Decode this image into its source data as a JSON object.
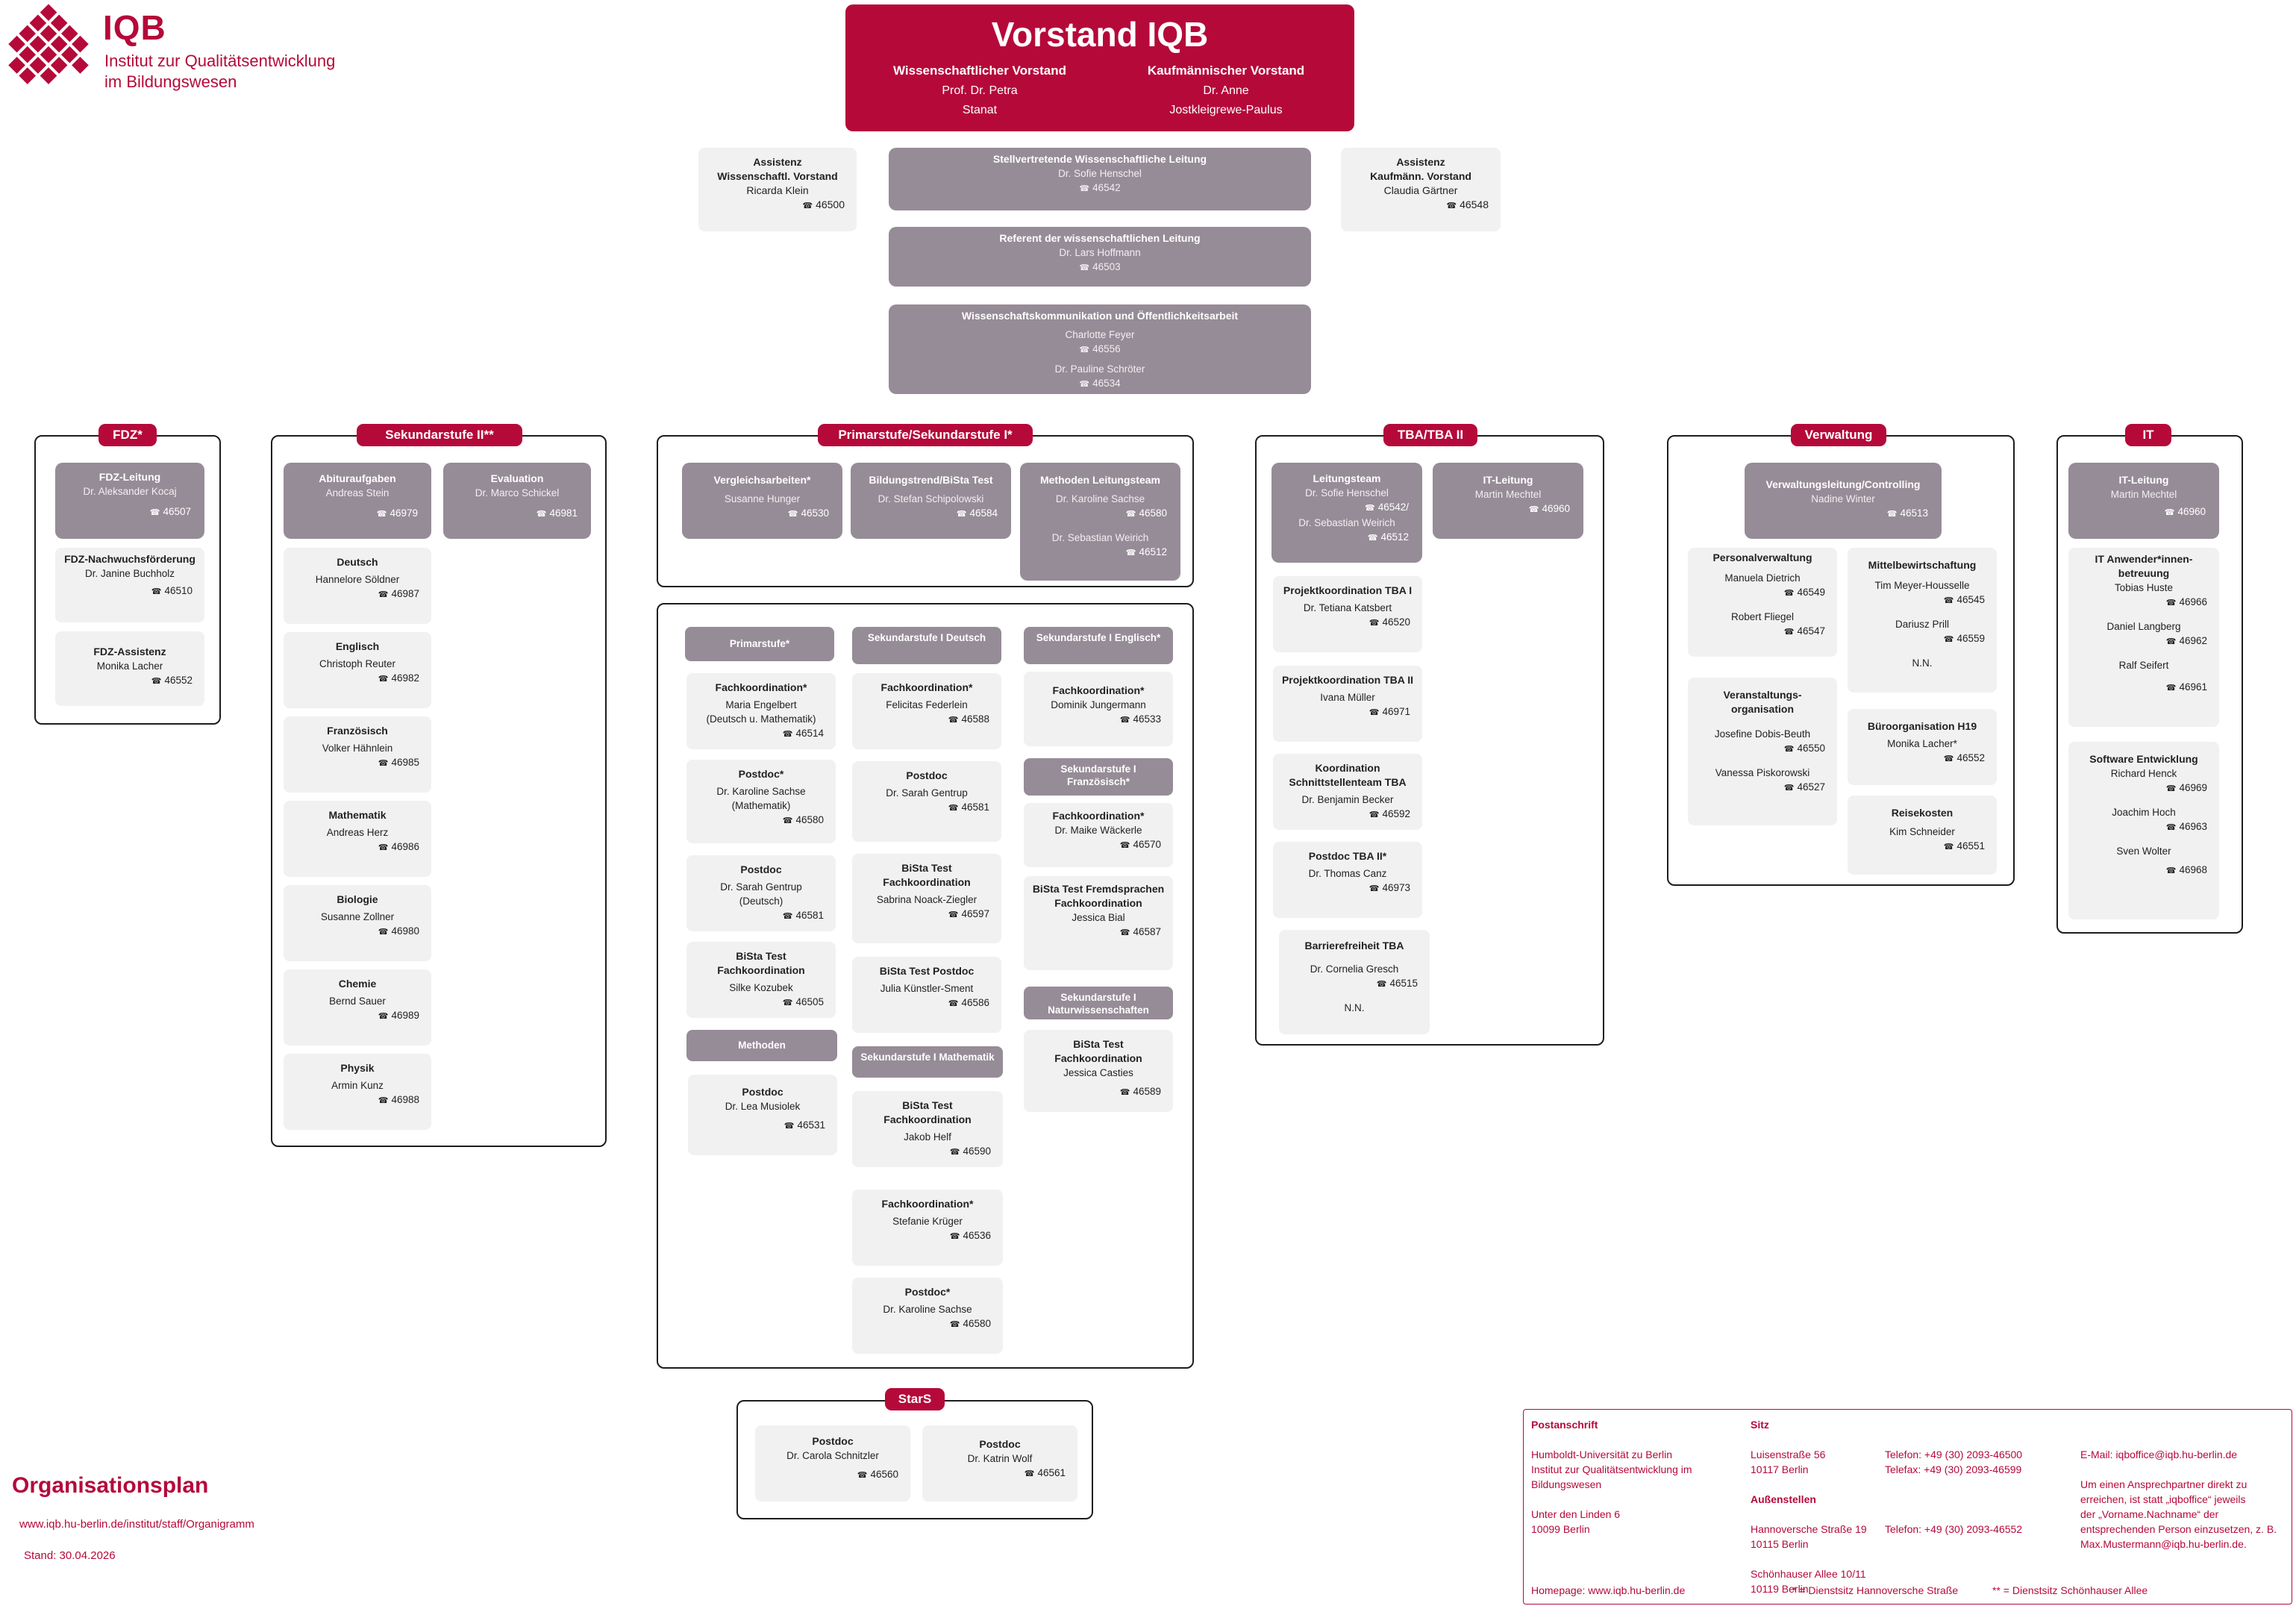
{
  "logo": {
    "title": "IQB",
    "line1": "Institut zur Qualitätsentwicklung",
    "line2": "im Bildungswesen"
  },
  "vorstand": {
    "title": "Vorstand IQB",
    "left_role": "Wissenschaftlicher Vorstand",
    "left_name1": "Prof. Dr. Petra",
    "left_name2": "Stanat",
    "right_role": "Kaufmännischer Vorstand",
    "right_name1": "Dr. Anne",
    "right_name2": "Jostkleigrewe-Paulus"
  },
  "top": {
    "assist_l": {
      "t1": "Assistenz",
      "t2": "Wissenschaftl. Vorstand",
      "name": "Ricarda Klein",
      "phone": "46500"
    },
    "assist_r": {
      "t1": "Assistenz",
      "t2": "Kaufmänn. Vorstand",
      "name": "Claudia Gärtner",
      "phone": "46548"
    },
    "stellv": {
      "t": "Stellvertretende Wissenschaftliche Leitung",
      "name": "Dr. Sofie Henschel",
      "phone": "46542"
    },
    "referent": {
      "t": "Referent der wissenschaftlichen Leitung",
      "name": "Dr. Lars Hoffmann",
      "phone": "46503"
    },
    "komm": {
      "t": "Wissenschaftskommunikation und Öffentlichkeitsarbeit",
      "name1": "Charlotte Feyer",
      "phone1": "46556",
      "name2": "Dr. Pauline Schröter",
      "phone2": "46534"
    }
  },
  "fdz": {
    "label": "FDZ*",
    "items": [
      {
        "t": "FDZ-Leitung",
        "name": "Dr. Aleksander Kocaj",
        "phone": "46507"
      },
      {
        "t": "FDZ-Nachwuchsförderung",
        "name": "Dr. Janine Buchholz",
        "phone": "46510"
      },
      {
        "t": "FDZ-Assistenz",
        "name": "Monika Lacher",
        "phone": "46552"
      }
    ]
  },
  "sek2": {
    "label": "Sekundarstufe II**",
    "abitur": {
      "t": "Abituraufgaben",
      "name": "Andreas Stein",
      "phone": "46979"
    },
    "evaluation": {
      "t": "Evaluation",
      "name": "Dr. Marco Schickel",
      "phone": "46981"
    },
    "items": [
      {
        "t": "Deutsch",
        "name": "Hannelore Söldner",
        "phone": "46987"
      },
      {
        "t": "Englisch",
        "name": "Christoph Reuter",
        "phone": "46982"
      },
      {
        "t": "Französisch",
        "name": "Volker Hähnlein",
        "phone": "46985"
      },
      {
        "t": "Mathematik",
        "name": "Andreas Herz",
        "phone": "46986"
      },
      {
        "t": "Biologie",
        "name": "Susanne Zollner",
        "phone": "46980"
      },
      {
        "t": "Chemie",
        "name": "Bernd Sauer",
        "phone": "46989"
      },
      {
        "t": "Physik",
        "name": "Armin Kunz",
        "phone": "46988"
      }
    ]
  },
  "prim": {
    "label": "Primarstufe/Sekundarstufe I*",
    "vergleich": {
      "t": "Vergleichsarbeiten*",
      "name": "Susanne Hunger",
      "phone": "46530"
    },
    "bista": {
      "t": "Bildungstrend/BiSta Test",
      "name": "Dr. Stefan Schipolowski",
      "phone": "46584"
    },
    "methoden": {
      "t": "Methoden Leitungsteam",
      "name1": "Dr. Karoline Sachse",
      "phone1": "46580",
      "name2": "Dr. Sebastian Weirich",
      "phone2": "46512"
    },
    "col1_head": "Primarstufe*",
    "col1": [
      {
        "t": "Fachkoordination*",
        "name": "Maria Engelbert",
        "extra": "(Deutsch u. Mathematik)",
        "phone": "46514"
      },
      {
        "t": "Postdoc*",
        "name": "Dr. Karoline Sachse",
        "extra": "(Mathematik)",
        "phone": "46580"
      },
      {
        "t": "Postdoc",
        "name": "Dr. Sarah Gentrup",
        "extra": "(Deutsch)",
        "phone": "46581"
      },
      {
        "t": "BiSta Test Fachkoordination",
        "name": "Silke Kozubek",
        "extra": "",
        "phone": "46505"
      }
    ],
    "methoden_head": "Methoden",
    "methoden_card": {
      "t": "Postdoc",
      "name": "Dr. Lea Musiolek",
      "phone": "46531"
    },
    "col2_head": "Sekundarstufe I Deutsch",
    "col2": [
      {
        "t": "Fachkoordination*",
        "name": "Felicitas Federlein",
        "phone": "46588"
      },
      {
        "t": "Postdoc",
        "name": "Dr. Sarah Gentrup",
        "phone": "46581"
      },
      {
        "t": "BiSta Test Fachkoordination",
        "name": "Sabrina Noack-Ziegler",
        "phone": "46597"
      },
      {
        "t": "BiSta Test Postdoc",
        "name": "Julia Künstler-Sment",
        "phone": "46586"
      }
    ],
    "col2b_head": "Sekundarstufe I Mathematik",
    "col2b": [
      {
        "t": "BiSta Test Fachkoordination",
        "name": "Jakob Helf",
        "phone": "46590"
      },
      {
        "t": "Fachkoordination*",
        "name": "Stefanie Krüger",
        "phone": "46536"
      },
      {
        "t": "Postdoc*",
        "name": "Dr. Karoline Sachse",
        "phone": "46580"
      }
    ],
    "col3_head": "Sekundarstufe I Englisch*",
    "col3a": {
      "t": "Fachkoordination*",
      "name": "Dominik Jungermann",
      "phone": "46533"
    },
    "col3b_head": "Sekundarstufe I Französisch*",
    "col3b": {
      "t": "Fachkoordination*",
      "name": "Dr. Maike Wäckerle",
      "phone": "46570"
    },
    "col3c": {
      "t": "BiSta Test Fremdsprachen Fachkoordination",
      "name": "Jessica Bial",
      "phone": "46587"
    },
    "col3d_head": "Sekundarstufe I Naturwissenschaften",
    "col3d": {
      "t": "BiSta Test Fachkoordination",
      "name": "Jessica Casties",
      "phone": "46589"
    }
  },
  "stars": {
    "label": "StarS",
    "items": [
      {
        "t": "Postdoc",
        "name": "Dr. Carola Schnitzler",
        "phone": "46560"
      },
      {
        "t": "Postdoc",
        "name": "Dr. Katrin Wolf",
        "phone": "46561"
      }
    ]
  },
  "tba": {
    "label": "TBA/TBA II",
    "leitung": {
      "t": "Leitungsteam",
      "name1": "Dr. Sofie Henschel",
      "phone1": "46542/",
      "name2": "Dr. Sebastian Weirich",
      "phone2": "46512"
    },
    "it": {
      "t": "IT-Leitung",
      "name": "Martin Mechtel",
      "phone": "46960"
    },
    "items": [
      {
        "t": "Projektkoordination TBA I",
        "name": "Dr. Tetiana Katsbert",
        "phone": "46520"
      },
      {
        "t": "Projektkoordination TBA II",
        "name": "Ivana Müller",
        "phone": "46971"
      },
      {
        "t": "Koordination Schnittstellenteam TBA",
        "name": "Dr. Benjamin Becker",
        "phone": "46592"
      },
      {
        "t": "Postdoc TBA II*",
        "name": "Dr. Thomas Canz",
        "phone": "46973"
      }
    ],
    "barriere": {
      "t": "Barrierefreiheit TBA",
      "name": "Dr. Cornelia Gresch",
      "phone": "46515",
      "nn": "N.N."
    }
  },
  "verwaltung": {
    "label": "Verwaltung",
    "leitung": {
      "t": "Verwaltungsleitung/Controlling",
      "name": "Nadine Winter",
      "phone": "46513"
    },
    "personal": {
      "t": "Personalverwaltung",
      "name1": "Manuela Dietrich",
      "phone1": "46549",
      "name2": "Robert Fliegel",
      "phone2": "46547"
    },
    "mittel": {
      "t": "Mittelbewirtschaftung",
      "name1": "Tim Meyer-Housselle",
      "phone1": "46545",
      "name2": "Dariusz Prill",
      "phone2": "46559",
      "nn": "N.N."
    },
    "veranst": {
      "t": "Veranstaltungs-organisation",
      "name1": "Josefine Dobis-Beuth",
      "phone1": "46550",
      "name2": "Vanessa Piskorowski",
      "phone2": "46527"
    },
    "buero": {
      "t": "Büroorganisation H19",
      "name": "Monika Lacher*",
      "phone": "46552"
    },
    "reise": {
      "t": "Reisekosten",
      "name": "Kim Schneider",
      "phone": "46551"
    }
  },
  "it": {
    "label": "IT",
    "leitung": {
      "t": "IT-Leitung",
      "name": "Martin Mechtel",
      "phone": "46960"
    },
    "anwender": {
      "t": "IT Anwender*innen-betreuung",
      "name1": "Tobias Huste",
      "phone1": "46966",
      "name2": "Daniel Langberg",
      "phone2": "46962",
      "name3": "Ralf Seifert",
      "phone3": "46961"
    },
    "software": {
      "t": "Software Entwicklung",
      "name1": "Richard Henck",
      "phone1": "46969",
      "name2": "Joachim Hoch",
      "phone2": "46963",
      "name3": "Sven Wolter",
      "phone3": "46968"
    }
  },
  "footer": {
    "title": "Organisationsplan",
    "url": "www.iqb.hu-berlin.de/institut/staff/Organigramm",
    "stand": "Stand: 30.04.2026"
  },
  "contact": {
    "post_h": "Postanschrift",
    "post1": "Humboldt-Universität zu Berlin",
    "post2": "Institut zur Qualitätsentwicklung im",
    "post3": "Bildungswesen",
    "post4": "Unter den Linden 6",
    "post5": "10099 Berlin",
    "sitz_h": "Sitz",
    "sitz1": "Luisenstraße 56",
    "sitz2": "10117 Berlin",
    "tel1": "Telefon: +49 (30) 2093-46500",
    "fax1": "Telefax: +49 (30) 2093-46599",
    "aussen_h": "Außenstellen",
    "aussen1": "Hannoversche Straße 19",
    "aussen2": "10115 Berlin",
    "tel2": "Telefon: +49 (30) 2093-46552",
    "aussen3": "Schönhauser Allee 10/11",
    "aussen4": "10119 Berlin",
    "email": "E-Mail: iqboffice@iqb.hu-berlin.de",
    "hint1": "Um einen Ansprechpartner direkt zu",
    "hint2": "erreichen, ist statt „iqboffice“ jeweils",
    "hint3": "der „Vorname.Nachname“ der",
    "hint4": "entsprechenden Person einzusetzen, z. B.",
    "hint5": "Max.Mustermann@iqb.hu-berlin.de.",
    "homepage": "Homepage: www.iqb.hu-berlin.de",
    "note1": "* = Dienstsitz Hannoversche Straße",
    "note2": "** = Dienstsitz Schönhauser Allee"
  },
  "colors": {
    "brand": "#b5093a",
    "card_grey": "#968c97",
    "card_light": "#f2f1f2"
  },
  "icons": {
    "phone": "phone-icon"
  }
}
